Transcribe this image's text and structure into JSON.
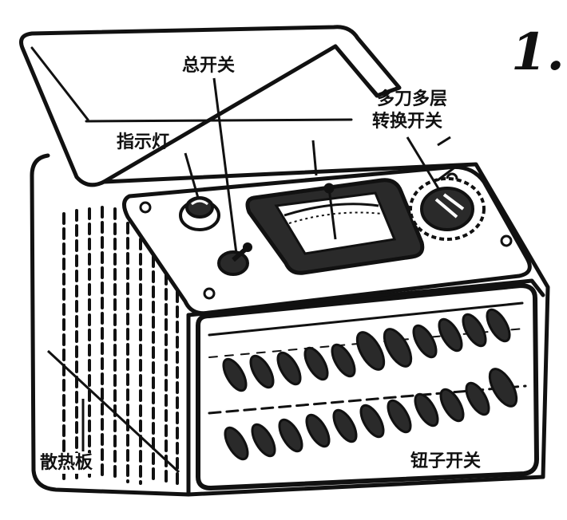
{
  "figure_number": "1.",
  "labels": {
    "main_switch": "总开关",
    "indicator_light": "指示灯",
    "rotary_switch_line1": "多刀多层",
    "rotary_switch_line2": "转换开关",
    "heat_sink": "散热板",
    "toggle_switches": "钮子开关"
  },
  "colors": {
    "ink": "#111111",
    "paper": "#ffffff",
    "shade": "#2a2a2a"
  }
}
